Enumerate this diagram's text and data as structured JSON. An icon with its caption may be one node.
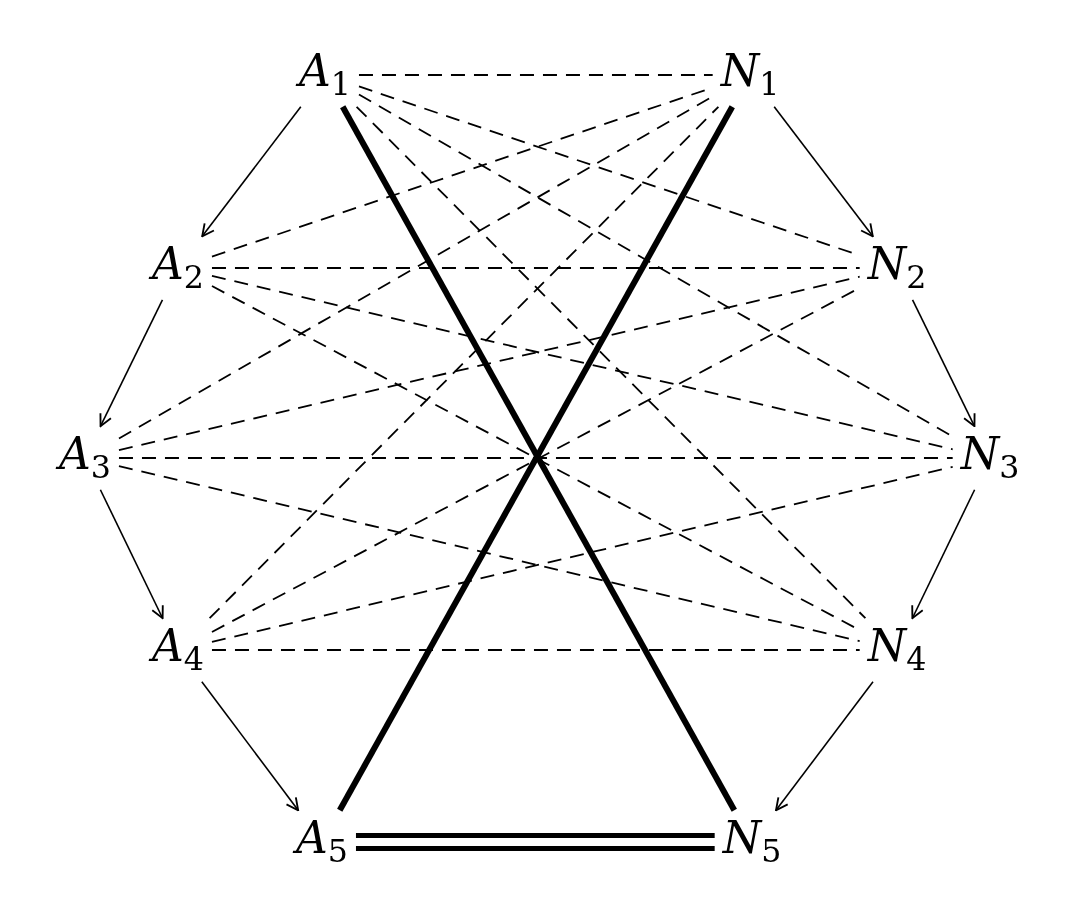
{
  "diagram": {
    "nodes": [
      {
        "text": [
          "*A*$_{1}$"
        ]
      },
      {
        "text": [
          "*N*$_{1}$"
        ]
      },
      {
        "text": [
          "*A*$_{2}$"
        ]
      },
      {
        "text": [
          "*N*$_{2}$"
        ]
      },
      {
        "text": [
          "*A*$_{3}$"
        ]
      },
      {
        "text": [
          "*N*$_{3}$"
        ]
      },
      {
        "text": [
          "*A*$_{4}$"
        ]
      },
      {
        "text": [
          "*N*$_{4}$"
        ]
      },
      {
        "text": [
          "*A*$_{5}$"
        ]
      },
      {
        "text": [
          "*N*$_{5}$"
        ]
      }
    ],
    "edges": [
      {
        "from": 0,
        "to": 2,
        "arrow": "to"
      },
      {
        "from": 2,
        "to": 4,
        "arrow": "to"
      },
      {
        "from": 4,
        "to": 6,
        "arrow": "to"
      },
      {
        "from": 6,
        "to": 8,
        "arrow": "to"
      },
      {
        "from": 1,
        "to": 3,
        "arrow": "to"
      },
      {
        "from": 3,
        "to": 5,
        "arrow": "to"
      },
      {
        "from": 5,
        "to": 7,
        "arrow": "to"
      },
      {
        "from": 7,
        "to": 9,
        "arrow": "to"
      },
      {
        "from": 0,
        "to": 9,
        "arrow": "none",
        "style": "thick"
      },
      {
        "from": 1,
        "to": 8,
        "arrow": "none",
        "style": "thick"
      },
      {
        "from": 8,
        "to": 9,
        "arrow": "none",
        "style": "thick"
      },
      {
        "from": 8,
        "to": 9,
        "arrow": "none",
        "style": "thick"
      },
      {
        "from": 0,
        "to": 1,
        "arrow": "none",
        "style": "dashed"
      },
      {
        "from": 0,
        "to": 3,
        "arrow": "none",
        "style": "dashed"
      },
      {
        "from": 0,
        "to": 5,
        "arrow": "none",
        "style": "dashed"
      },
      {
        "from": 0,
        "to": 7,
        "arrow": "none",
        "style": "dashed"
      },
      {
        "from": 2,
        "to": 1,
        "arrow": "none",
        "style": "dashed"
      },
      {
        "from": 2,
        "to": 3,
        "arrow": "none",
        "style": "dashed"
      },
      {
        "from": 2,
        "to": 5,
        "arrow": "none",
        "style": "dashed"
      },
      {
        "from": 2,
        "to": 7,
        "arrow": "none",
        "style": "dashed"
      },
      {
        "from": 4,
        "to": 1,
        "arrow": "none",
        "style": "dashed"
      },
      {
        "from": 4,
        "to": 3,
        "arrow": "none",
        "style": "dashed"
      },
      {
        "from": 4,
        "to": 5,
        "arrow": "none",
        "style": "dashed"
      },
      {
        "from": 4,
        "to": 7,
        "arrow": "none",
        "style": "dashed"
      },
      {
        "from": 6,
        "to": 1,
        "arrow": "none",
        "style": "dashed"
      },
      {
        "from": 6,
        "to": 3,
        "arrow": "none",
        "style": "dashed"
      },
      {
        "from": 6,
        "to": 5,
        "arrow": "none",
        "style": "dashed"
      },
      {
        "from": 6,
        "to": 7,
        "arrow": "none",
        "style": "dashed"
      }
    ]
  }
}
